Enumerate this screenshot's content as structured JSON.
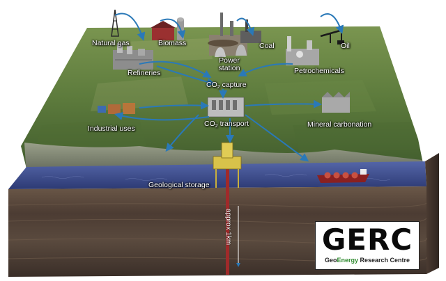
{
  "labels": {
    "natural_gas": "Natural gas",
    "biomass": "Biomass",
    "refineries": "Refineries",
    "power_station_line1": "Power",
    "power_station_line2": "station",
    "coal": "Coal",
    "oil": "Oil",
    "petrochemicals": "Petrochemicals",
    "co2_capture_pre": "CO",
    "co2_capture_sub": "2",
    "co2_capture_post": " capture",
    "industrial_uses": "Industrial uses",
    "co2_transport_pre": "CO",
    "co2_transport_sub": "2",
    "co2_transport_post": " transport",
    "mineral_carbonation": "Mineral carbonation",
    "geological_storage": "Geological storage",
    "depth": "approx 1km"
  },
  "logo": {
    "title": "GERC",
    "subtitle_part1": "Geo",
    "subtitle_part2": "Energy",
    "subtitle_part3": " Research Centre",
    "accent_color": "#2f8a2f"
  },
  "colors": {
    "arrow": "#2a79b8",
    "grass": "#5f7f3f",
    "sea": "#3c4f8e",
    "rock": "#4a3a32"
  }
}
